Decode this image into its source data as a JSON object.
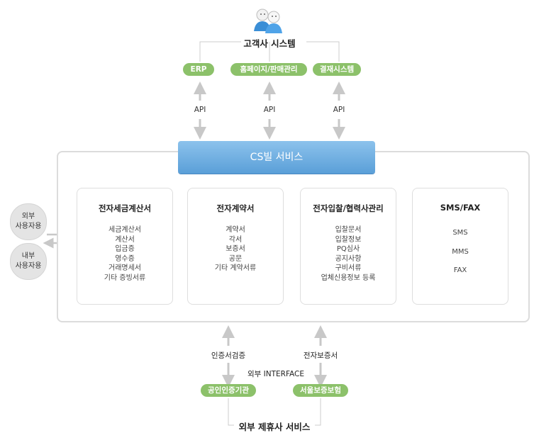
{
  "customer_system": {
    "title": "고객사 시스템",
    "icon": "users-icon",
    "systems": [
      "ERP",
      "홈페이지/판매관리",
      "결재시스템"
    ]
  },
  "api_label": "API",
  "cs_service": {
    "title": "CS빌 서비스",
    "cards": [
      {
        "title": "전자세금계산서",
        "items": [
          "세금계산서",
          "계산서",
          "입금증",
          "영수증",
          "거래명세서",
          "기타 증빙서류"
        ]
      },
      {
        "title": "전자계약서",
        "items": [
          "계약서",
          "각서",
          "보증서",
          "공문",
          "기타 계약서류"
        ]
      },
      {
        "title": "전자입찰/협력사관리",
        "items": [
          "입찰문서",
          "입찰정보",
          "PQ심사",
          "공지사항",
          "구비서류",
          "업체신용정보 등록"
        ]
      },
      {
        "title": "SMS/FAX",
        "items": [
          "SMS",
          "MMS",
          "FAX"
        ]
      }
    ]
  },
  "users": {
    "external": [
      "외부",
      "사용자용"
    ],
    "internal": [
      "내부",
      "사용자용"
    ]
  },
  "external_interface": {
    "left_label": "인증서검증",
    "right_label": "전자보증서",
    "interface_label": "외부 INTERFACE",
    "partners": [
      "공인인증기관",
      "서울보증보험"
    ],
    "title": "외부 제휴사 서비스"
  },
  "colors": {
    "pill_green": "#8cc16a",
    "banner_blue": "#5a9fd8",
    "arrow_gray": "#c8c8c8"
  }
}
